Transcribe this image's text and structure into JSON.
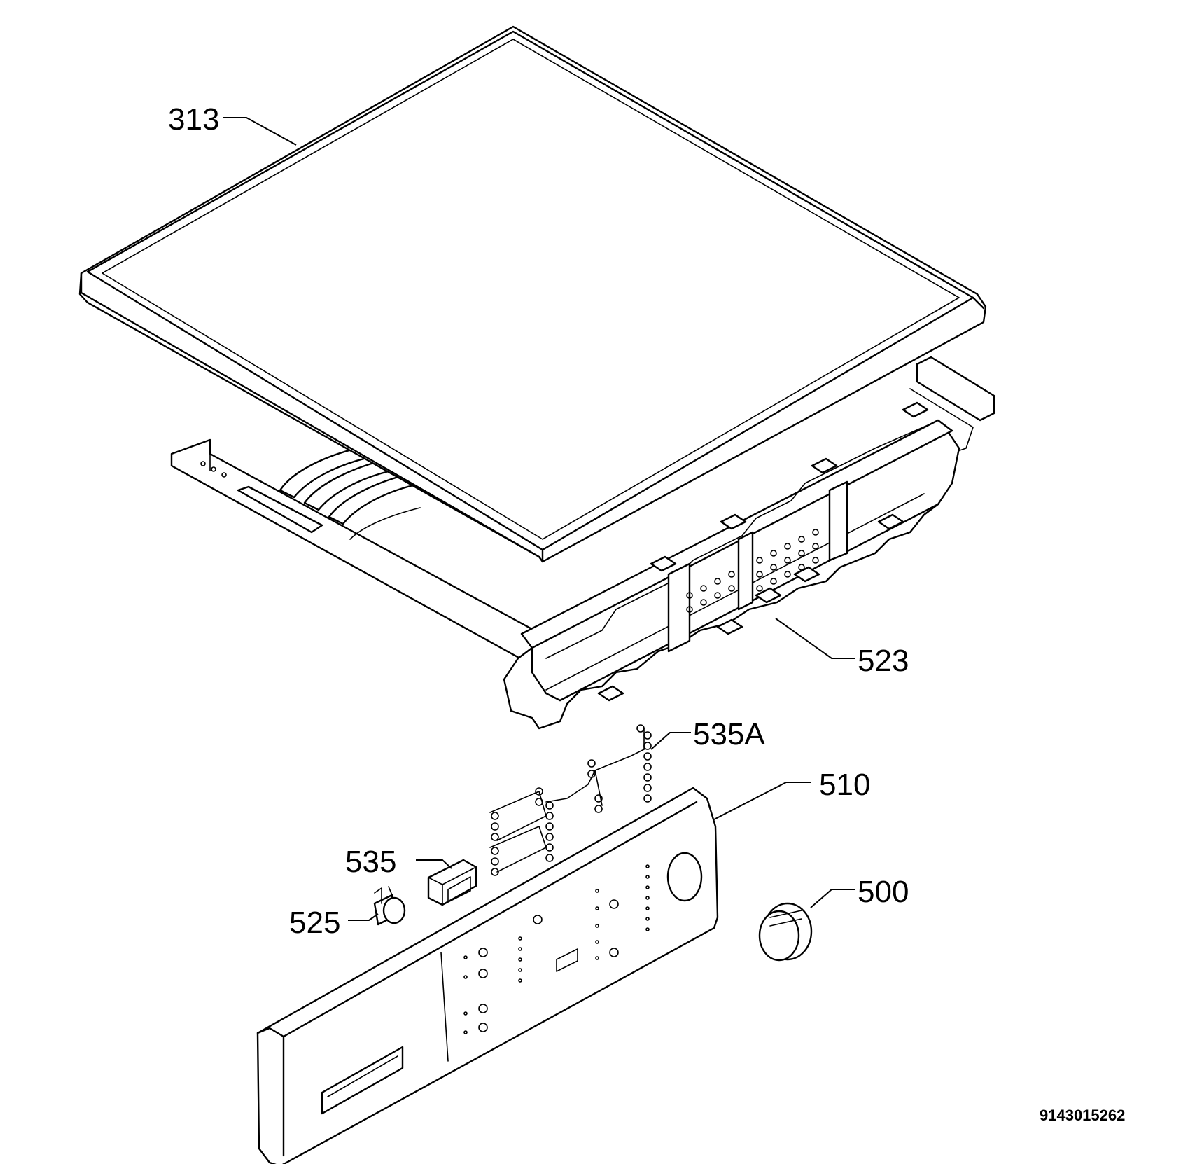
{
  "document_number": "9143015262",
  "callouts": [
    {
      "id": "313",
      "label": "313"
    },
    {
      "id": "523",
      "label": "523"
    },
    {
      "id": "535A",
      "label": "535A"
    },
    {
      "id": "510",
      "label": "510"
    },
    {
      "id": "535",
      "label": "535"
    },
    {
      "id": "525",
      "label": "525"
    },
    {
      "id": "500",
      "label": "500"
    }
  ]
}
